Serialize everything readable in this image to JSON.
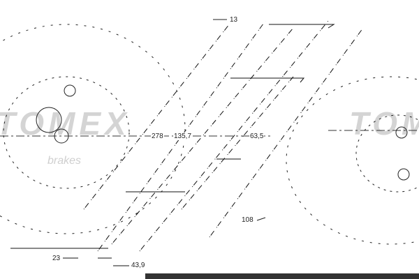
{
  "drawing": {
    "dimensions": {
      "thickness_top": "13",
      "outer_diameter": "278",
      "hub_diameter": "135,7",
      "center_bore": "63,5",
      "bolt_circle": "108",
      "disc_thickness": "23",
      "height": "43,9"
    },
    "watermark": {
      "brand": "TOMEX",
      "sub": "brakes"
    }
  }
}
